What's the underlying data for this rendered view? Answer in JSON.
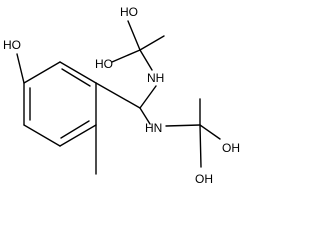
{
  "molecule": {
    "atom_labels": {
      "hydroxyl_phenol": "HO",
      "hydroxyl_top_1": "HO",
      "hydroxyl_top_2": "HO",
      "amine_top": "NH",
      "amine_bottom": "HN",
      "hydroxyl_bottom_1": "OH",
      "hydroxyl_bottom_2": "OH"
    },
    "colors": {
      "bond": "#000000",
      "text": "#000000",
      "background": "#ffffff"
    }
  }
}
